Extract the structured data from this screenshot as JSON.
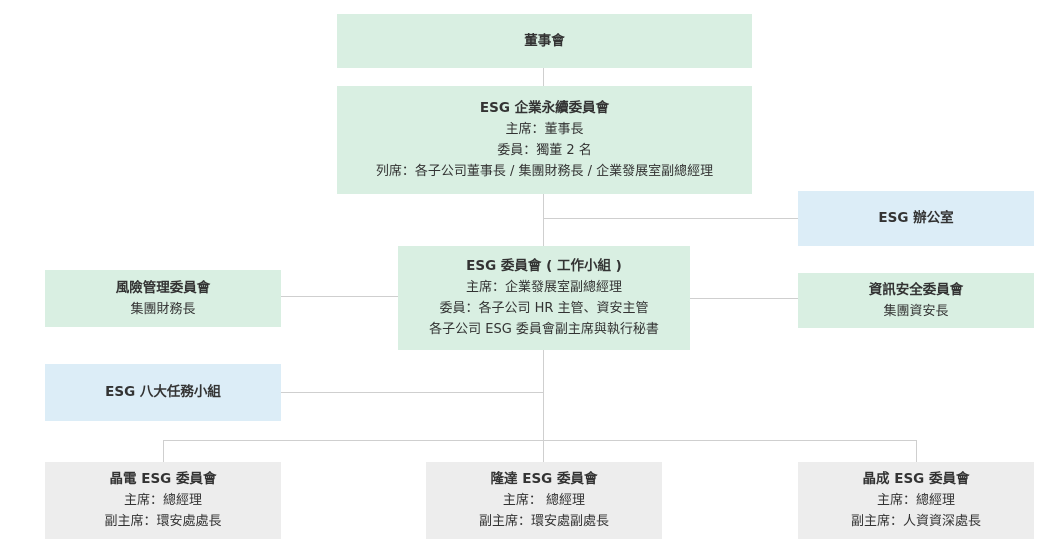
{
  "colors": {
    "green_box": "#d9efe2",
    "blue_box": "#dcedf7",
    "grey_box": "#ededed",
    "connector": "#cfcfcf"
  },
  "board": {
    "title": "董事會"
  },
  "esg_sustainability_committee": {
    "title": "ESG 企業永續委員會",
    "chair": "主席：董事長",
    "members": "委員：獨董 2 名",
    "attendees": "列席：各子公司董事長 / 集團財務長 / 企業發展室副總經理"
  },
  "esg_office": {
    "title": "ESG 辦公室"
  },
  "esg_committee_working_group": {
    "title": "ESG 委員會 ( 工作小組 )",
    "chair": "主席：企業發展室副總經理",
    "members": "委員：各子公司 HR 主管、資安主管",
    "others": "各子公司 ESG 委員會副主席與執行秘書"
  },
  "risk_management_committee": {
    "title": "風險管理委員會",
    "lead": "集團財務長"
  },
  "info_security_committee": {
    "title": "資訊安全委員會",
    "lead": "集團資安長"
  },
  "esg_task_forces": {
    "title": "ESG 八大任務小組"
  },
  "subsidiaries": [
    {
      "title": "晶電 ESG 委員會",
      "chair": "主席：總經理",
      "vice": "副主席：環安處處長"
    },
    {
      "title": "隆達 ESG 委員會",
      "chair": "主席： 總經理",
      "vice": "副主席：環安處副處長"
    },
    {
      "title": "晶成 ESG 委員會",
      "chair": "主席：總經理",
      "vice": "副主席：人資資深處長"
    }
  ]
}
